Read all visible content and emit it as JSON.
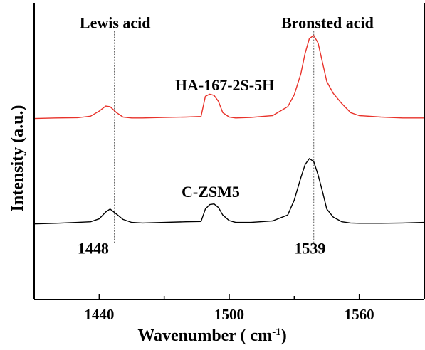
{
  "chart_data": {
    "type": "line",
    "xlabel": "Wavenumber (   cm",
    "xlabel_sup": "-1",
    "xlabel_close": ")",
    "ylabel": "Intensity (a.u.)",
    "xlim": [
      1410,
      1590
    ],
    "ylim": [
      0,
      10
    ],
    "x_ticks": [
      1440,
      1500,
      1560
    ],
    "y_ticks_shown": false,
    "grid": false,
    "colors": {
      "HA-167-2S-5H": "#e8322a",
      "C-ZSM5": "#000000",
      "reference": "#555555"
    },
    "reference_lines": [
      1447,
      1539
    ],
    "annotations": [
      {
        "text": "Lewis acid",
        "x": 1431,
        "y": 9.15
      },
      {
        "text": "Bronsted acid",
        "x": 1524,
        "y": 9.15
      },
      {
        "text": "HA-167-2S-5H",
        "x": 1475,
        "y": 7.05
      },
      {
        "text": "C-ZSM5",
        "x": 1478,
        "y": 3.45
      },
      {
        "text": "1448",
        "x": 1430,
        "y": 1.55
      },
      {
        "text": "1539",
        "x": 1530,
        "y": 1.55
      }
    ],
    "series": [
      {
        "name": "HA-167-2S-5H",
        "x": [
          1410,
          1420,
          1430,
          1436,
          1440,
          1443,
          1445,
          1448,
          1451,
          1455,
          1460,
          1470,
          1480,
          1487,
          1489,
          1491,
          1493,
          1495,
          1497,
          1500,
          1503,
          1510,
          1520,
          1527,
          1530,
          1533,
          1535,
          1537,
          1539,
          1541,
          1543,
          1545,
          1548,
          1552,
          1556,
          1560,
          1570,
          1580,
          1590
        ],
        "y": [
          6.1,
          6.12,
          6.13,
          6.18,
          6.35,
          6.52,
          6.5,
          6.3,
          6.15,
          6.12,
          6.12,
          6.14,
          6.15,
          6.17,
          6.85,
          6.92,
          6.88,
          6.68,
          6.3,
          6.15,
          6.12,
          6.14,
          6.2,
          6.5,
          6.9,
          7.6,
          8.3,
          8.8,
          8.9,
          8.65,
          8.0,
          7.35,
          6.95,
          6.6,
          6.3,
          6.2,
          6.15,
          6.12,
          6.12
        ]
      },
      {
        "name": "C-ZSM5",
        "x": [
          1410,
          1420,
          1430,
          1436,
          1440,
          1443,
          1445,
          1448,
          1451,
          1455,
          1460,
          1470,
          1480,
          1487,
          1489,
          1491,
          1493,
          1495,
          1497,
          1500,
          1503,
          1510,
          1520,
          1527,
          1530,
          1533,
          1535,
          1537,
          1539,
          1541,
          1543,
          1545,
          1548,
          1552,
          1556,
          1560,
          1570,
          1580,
          1590
        ],
        "y": [
          2.55,
          2.57,
          2.6,
          2.62,
          2.72,
          2.95,
          3.05,
          2.88,
          2.7,
          2.6,
          2.58,
          2.6,
          2.62,
          2.63,
          3.05,
          3.2,
          3.22,
          3.1,
          2.85,
          2.66,
          2.6,
          2.6,
          2.65,
          2.85,
          3.35,
          4.1,
          4.55,
          4.75,
          4.65,
          4.2,
          3.65,
          3.05,
          2.78,
          2.62,
          2.58,
          2.57,
          2.57,
          2.58,
          2.6
        ]
      }
    ]
  }
}
